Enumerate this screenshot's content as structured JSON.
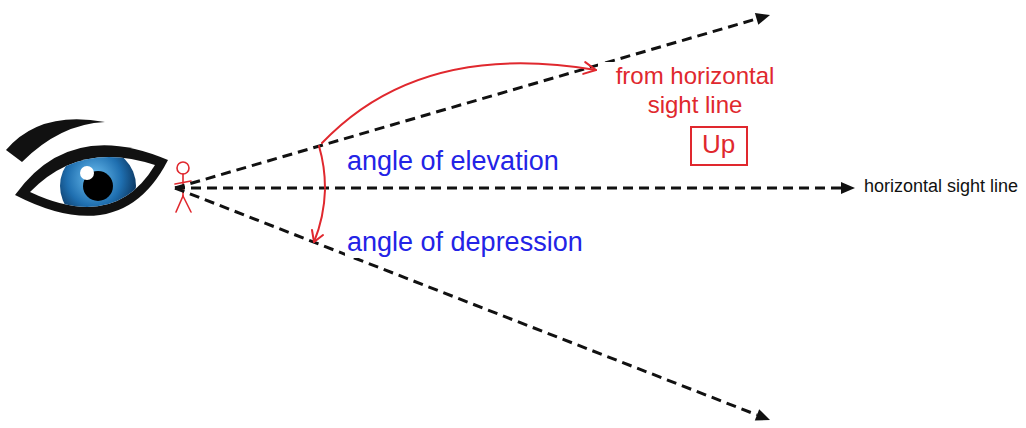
{
  "diagram": {
    "nodes": [
      {
        "text": [
          "Up"
        ]
      }
    ],
    "labels": [
      "from horizontal sight line",
      "angle of elevation",
      "angle of depression",
      "horizontal sight line"
    ]
  }
}
